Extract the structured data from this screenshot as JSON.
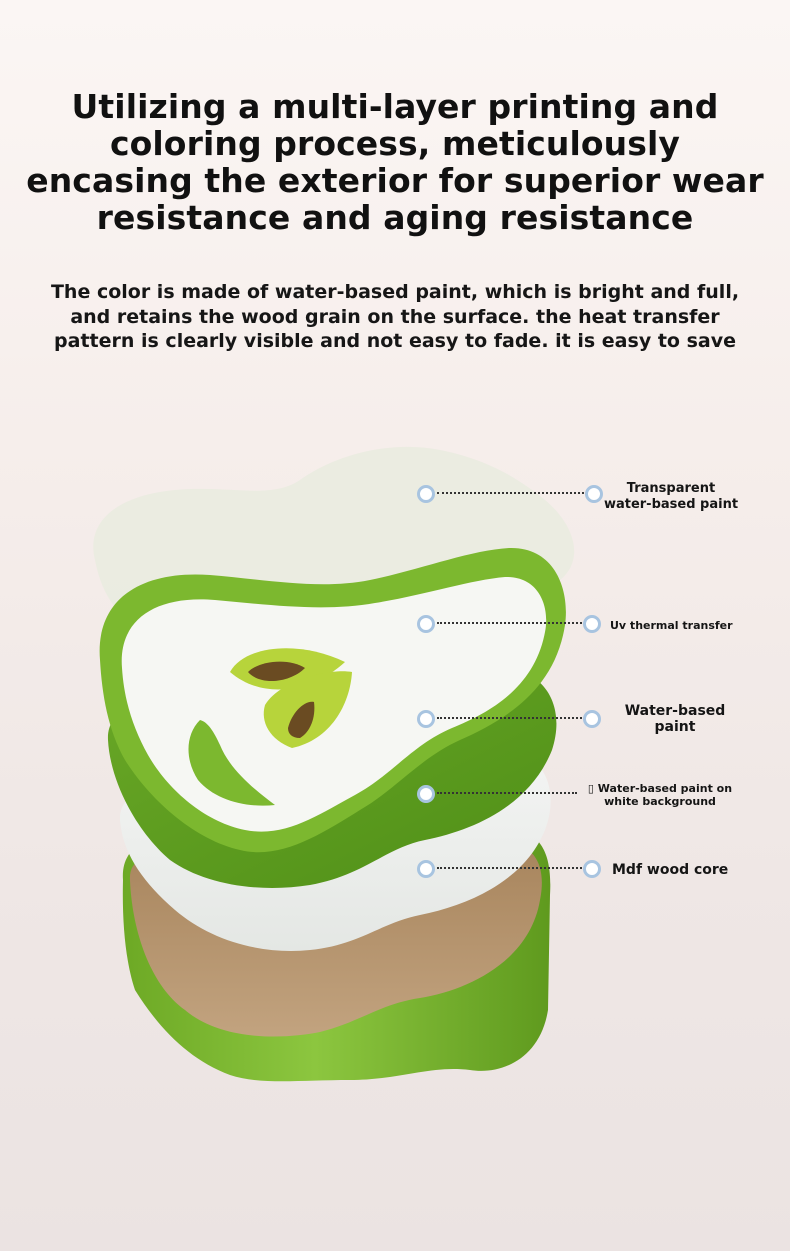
{
  "headline": "Utilizing a multi-layer printing and coloring process, meticulously encasing the exterior for superior wear resistance and aging resistance",
  "headline_lines": [
    "Utilizing a multi-layer printing and",
    "coloring process, meticulously",
    "encasing the exterior for superior wear",
    "resistance and aging resistance"
  ],
  "subline_lines": [
    "The color is made of water-based paint, which is bright and full,",
    "and retains the wood grain on the surface. the heat transfer",
    "pattern is clearly visible and not easy to fade. it is easy to save"
  ],
  "callouts": {
    "transparent": [
      "Transparent",
      "water-based paint"
    ],
    "uv": "Uv thermal transfer",
    "water": [
      "Water-based",
      "paint"
    ],
    "white": [
      "▯ Water-based paint on",
      "white background"
    ],
    "mdf": "Mdf wood core"
  },
  "colors": {
    "green": "#7cb82f",
    "dark_green": "#5f9a1e",
    "cork": "#b89a76",
    "dot_ring": "#a8c4e0"
  }
}
